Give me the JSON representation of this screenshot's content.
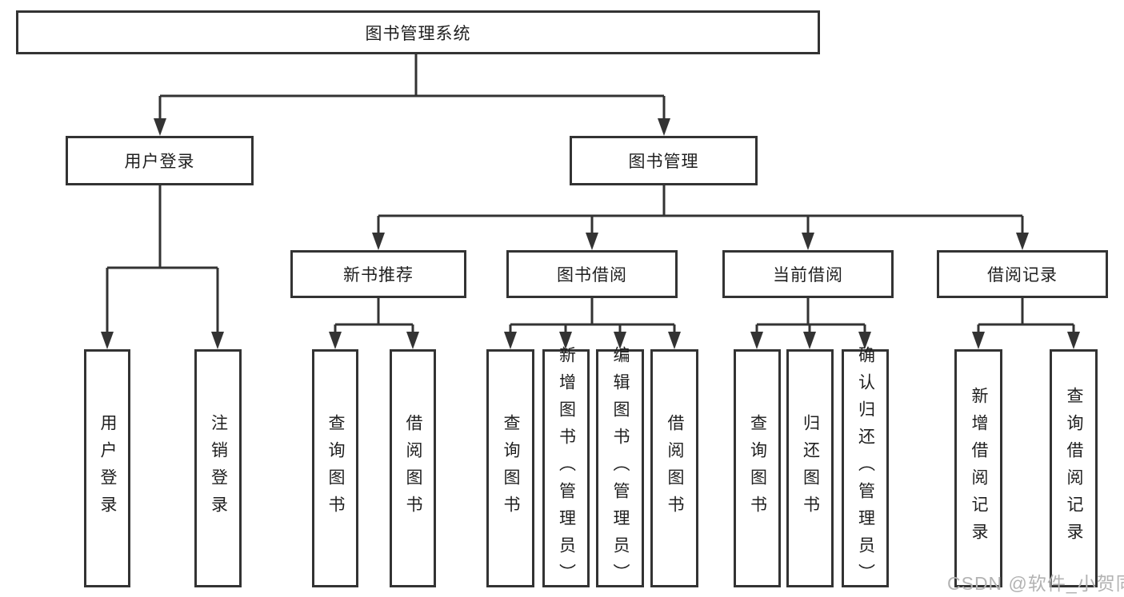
{
  "diagram": {
    "type": "hierarchy-tree",
    "tree": {
      "label": "图书管理系统",
      "children": [
        {
          "label": "用户登录",
          "children": [
            {
              "label": "用户登录"
            },
            {
              "label": "注销登录"
            }
          ]
        },
        {
          "label": "图书管理",
          "children": [
            {
              "label": "新书推荐",
              "children": [
                {
                  "label": "查询图书"
                },
                {
                  "label": "借阅图书"
                }
              ]
            },
            {
              "label": "图书借阅",
              "children": [
                {
                  "label": "查询图书"
                },
                {
                  "label": "新增图书（管理员）"
                },
                {
                  "label": "编辑图书（管理员）"
                },
                {
                  "label": "借阅图书"
                }
              ]
            },
            {
              "label": "当前借阅",
              "children": [
                {
                  "label": "查询图书"
                },
                {
                  "label": "归还图书"
                },
                {
                  "label": "确认归还（管理员）"
                }
              ]
            },
            {
              "label": "借阅记录",
              "children": [
                {
                  "label": "新增借阅记录"
                },
                {
                  "label": "查询借阅记录"
                }
              ]
            }
          ]
        }
      ]
    }
  },
  "watermark": {
    "text": "CSDN @软件_小贺同学"
  },
  "colors": {
    "line": "#333333",
    "text": "#1f1f1f",
    "watermark": "#b3b3b3",
    "background": "#ffffff"
  }
}
